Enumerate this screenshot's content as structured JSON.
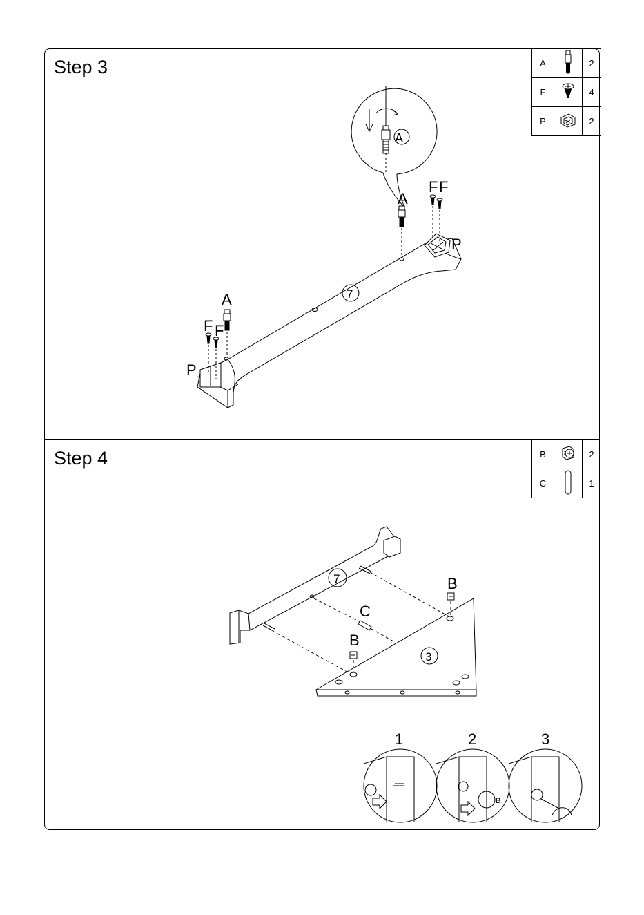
{
  "step3": {
    "title": "Step 3",
    "parts": [
      {
        "code": "A",
        "qty": "2",
        "icon": "cam-bolt-icon"
      },
      {
        "code": "F",
        "qty": "4",
        "icon": "screw-icon"
      },
      {
        "code": "P",
        "qty": "2",
        "icon": "corner-bracket-icon"
      }
    ],
    "labels": {
      "panel": "7",
      "bolt_a_detail": "A",
      "bolt_a_right": "A",
      "bolt_a_left": "A",
      "screw_f_right_1": "F",
      "screw_f_right_2": "F",
      "screw_f_left_1": "F",
      "screw_f_left_2": "F",
      "bracket_right": "P",
      "bracket_left": "P"
    }
  },
  "step4": {
    "title": "Step 4",
    "parts": [
      {
        "code": "B",
        "qty": "2",
        "icon": "cam-lock-icon"
      },
      {
        "code": "C",
        "qty": "1",
        "icon": "dowel-icon"
      }
    ],
    "labels": {
      "rail_panel": "7",
      "shelf_panel": "3",
      "cam_b_right": "B",
      "cam_b_left": "B",
      "dowel_c": "C",
      "cam_detail": "B"
    },
    "sequence": [
      "1",
      "2",
      "3"
    ]
  }
}
